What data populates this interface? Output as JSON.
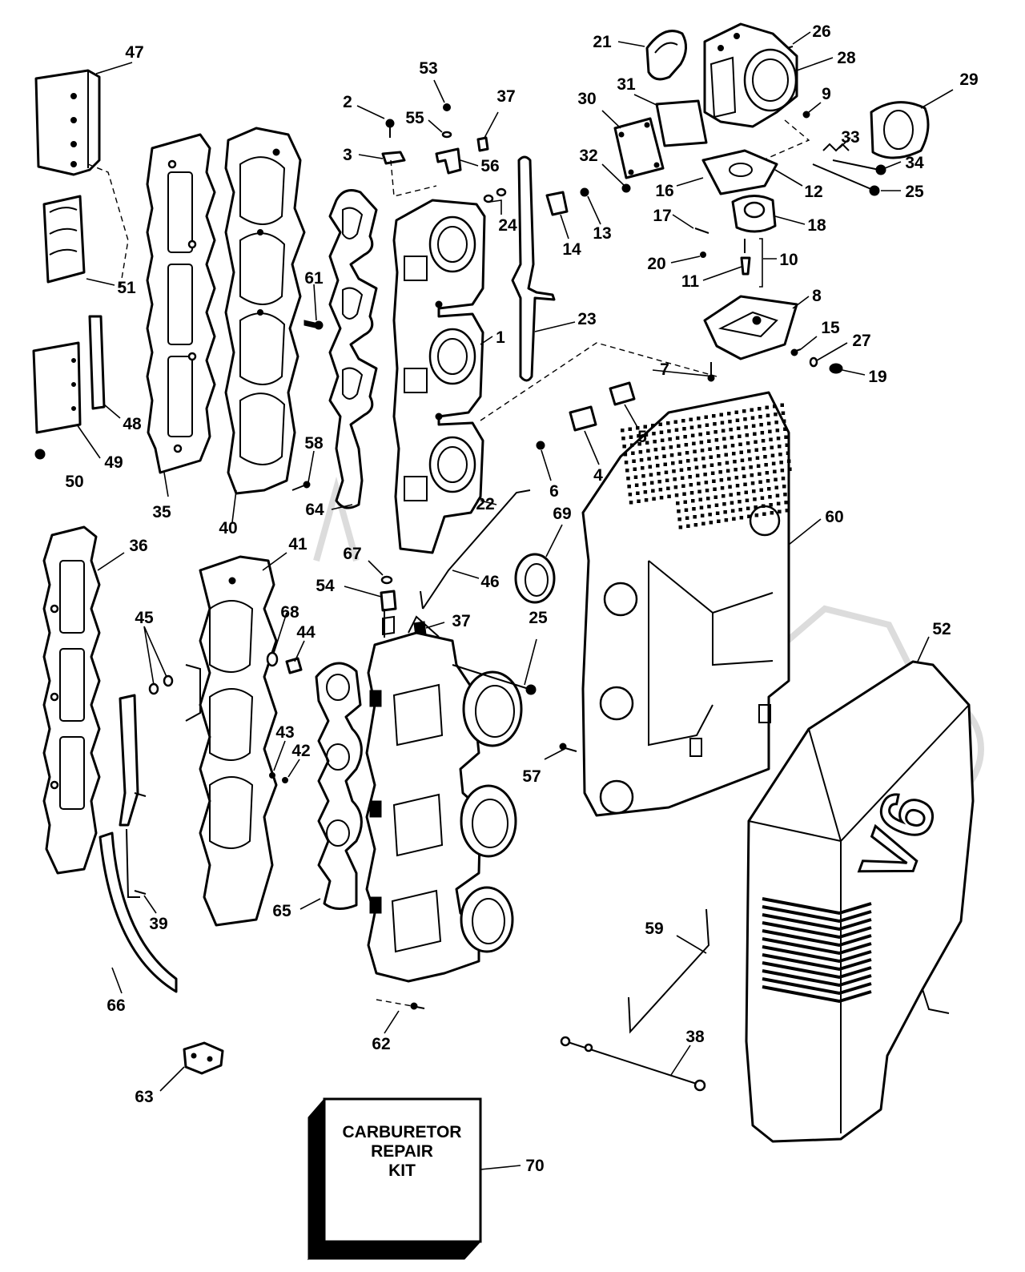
{
  "callouts": [
    {
      "id": "47",
      "label": "47"
    },
    {
      "id": "51",
      "label": "51"
    },
    {
      "id": "48",
      "label": "48"
    },
    {
      "id": "49",
      "label": "49"
    },
    {
      "id": "50",
      "label": "50"
    },
    {
      "id": "35",
      "label": "35"
    },
    {
      "id": "40",
      "label": "40"
    },
    {
      "id": "61",
      "label": "61"
    },
    {
      "id": "58",
      "label": "58"
    },
    {
      "id": "64",
      "label": "64"
    },
    {
      "id": "2",
      "label": "2"
    },
    {
      "id": "3",
      "label": "3"
    },
    {
      "id": "53",
      "label": "53"
    },
    {
      "id": "55",
      "label": "55"
    },
    {
      "id": "37a",
      "label": "37"
    },
    {
      "id": "56",
      "label": "56"
    },
    {
      "id": "24",
      "label": "24"
    },
    {
      "id": "1",
      "label": "1"
    },
    {
      "id": "22",
      "label": "22"
    },
    {
      "id": "23",
      "label": "23"
    },
    {
      "id": "14",
      "label": "14"
    },
    {
      "id": "13",
      "label": "13"
    },
    {
      "id": "21",
      "label": "21"
    },
    {
      "id": "26",
      "label": "26"
    },
    {
      "id": "28",
      "label": "28"
    },
    {
      "id": "29",
      "label": "29"
    },
    {
      "id": "31",
      "label": "31"
    },
    {
      "id": "30",
      "label": "30"
    },
    {
      "id": "9",
      "label": "9"
    },
    {
      "id": "33",
      "label": "33"
    },
    {
      "id": "34",
      "label": "34"
    },
    {
      "id": "25a",
      "label": "25"
    },
    {
      "id": "32",
      "label": "32"
    },
    {
      "id": "16",
      "label": "16"
    },
    {
      "id": "12",
      "label": "12"
    },
    {
      "id": "18",
      "label": "18"
    },
    {
      "id": "17",
      "label": "17"
    },
    {
      "id": "20",
      "label": "20"
    },
    {
      "id": "11",
      "label": "11"
    },
    {
      "id": "10",
      "label": "10"
    },
    {
      "id": "8",
      "label": "8"
    },
    {
      "id": "15",
      "label": "15"
    },
    {
      "id": "27",
      "label": "27"
    },
    {
      "id": "19",
      "label": "19"
    },
    {
      "id": "7",
      "label": "7"
    },
    {
      "id": "5",
      "label": "5"
    },
    {
      "id": "4",
      "label": "4"
    },
    {
      "id": "6",
      "label": "6"
    },
    {
      "id": "69",
      "label": "69"
    },
    {
      "id": "60",
      "label": "60"
    },
    {
      "id": "36",
      "label": "36"
    },
    {
      "id": "41",
      "label": "41"
    },
    {
      "id": "67",
      "label": "67"
    },
    {
      "id": "54",
      "label": "54"
    },
    {
      "id": "46",
      "label": "46"
    },
    {
      "id": "37b",
      "label": "37"
    },
    {
      "id": "45",
      "label": "45"
    },
    {
      "id": "68",
      "label": "68"
    },
    {
      "id": "44",
      "label": "44"
    },
    {
      "id": "25b",
      "label": "25"
    },
    {
      "id": "52",
      "label": "52"
    },
    {
      "id": "43",
      "label": "43"
    },
    {
      "id": "42",
      "label": "42"
    },
    {
      "id": "57",
      "label": "57"
    },
    {
      "id": "39",
      "label": "39"
    },
    {
      "id": "65",
      "label": "65"
    },
    {
      "id": "59",
      "label": "59"
    },
    {
      "id": "66",
      "label": "66"
    },
    {
      "id": "62",
      "label": "62"
    },
    {
      "id": "38",
      "label": "38"
    },
    {
      "id": "63",
      "label": "63"
    },
    {
      "id": "70",
      "label": "70"
    }
  ],
  "repair_kit": {
    "line1": "CARBURETOR",
    "line2": "REPAIR",
    "line3": "KIT"
  },
  "cover_badge": "V6",
  "colors": {
    "ink": "#000000",
    "paper": "#ffffff",
    "watermark": "#dcdcdc"
  }
}
